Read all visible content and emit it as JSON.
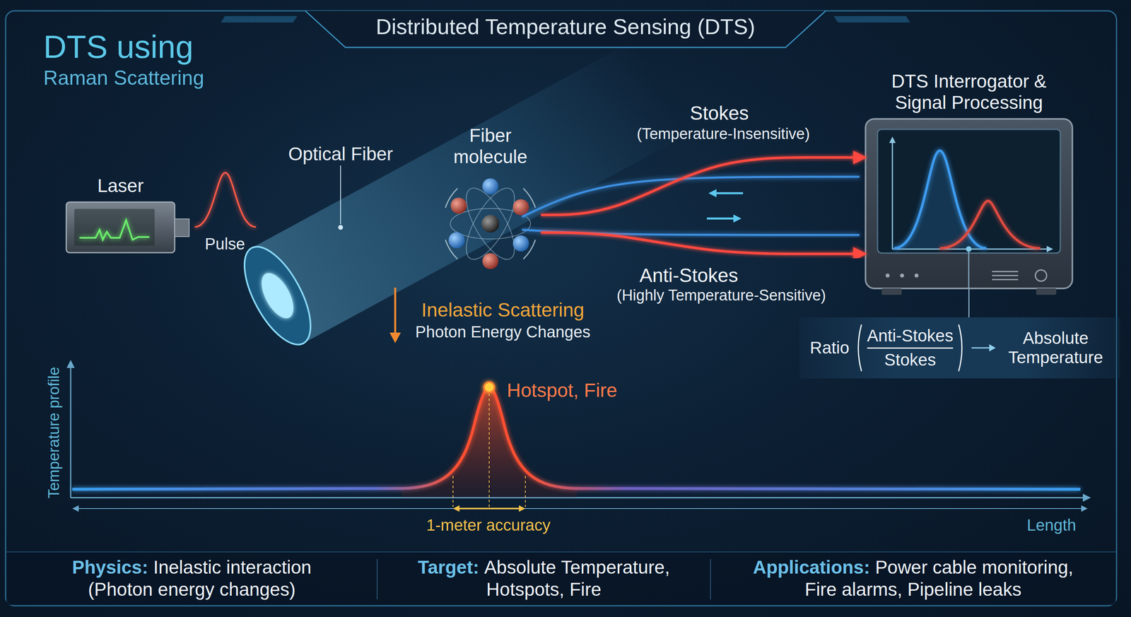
{
  "diagram": {
    "title": "Distributed Temperature Sensing (DTS)",
    "nodes": [
      {
        "text": [
          "Laser"
        ]
      },
      {
        "text": [
          "Fiber molecule"
        ]
      },
      {
        "text": [
          "DTS Interrogator & Signal Processing"
        ]
      },
      {
        "text": [
          "Ratio",
          "Anti-Stokes",
          "Stokes",
          "Absolute Temperature"
        ]
      },
      {
        "text": [
          "Physics:",
          "Inelastic interaction (Photon energy changes)"
        ]
      },
      {
        "text": [
          "Target:",
          "Absolute Temperature, Hotspots, Fire"
        ]
      },
      {
        "text": [
          "Applications:",
          "Power cable monitoring, Fire alarms, Pipeline leaks"
        ]
      }
    ],
    "edges": [
      {
        "from": 0,
        "to": 1,
        "arrow": "to"
      },
      {
        "from": 1,
        "to": 2,
        "label": "Stokes",
        "arrow": "to"
      },
      {
        "from": 1,
        "to": 2,
        "label": "Anti-Stokes",
        "arrow": "to"
      },
      {
        "from": 2,
        "to": 3,
        "arrow": "none"
      }
    ],
    "labels": [
      "DTS using",
      "Raman Scattering",
      "Pulse",
      "Optical Fiber",
      "(Temperature-Insensitive)",
      "(Highly Temperature-Sensitive)",
      "Inelastic Scattering",
      "Photon Energy Changes",
      "Hotspot, Fire",
      "1-meter accuracy",
      "Temperature profile",
      "Length"
    ]
  }
}
